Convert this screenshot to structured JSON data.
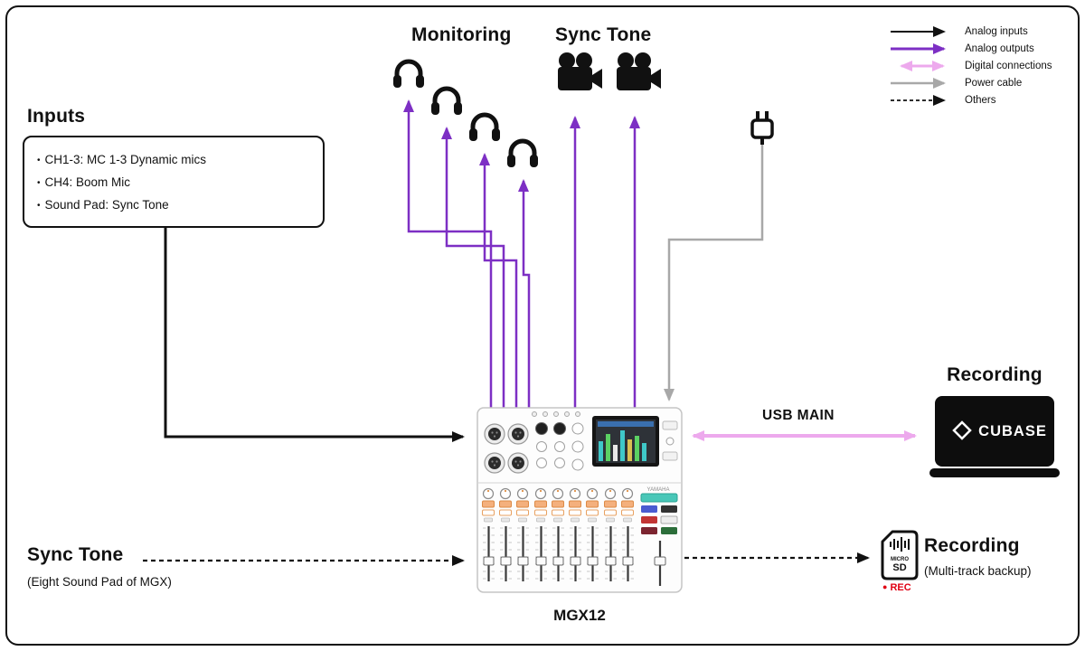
{
  "headings": {
    "monitoring": "Monitoring",
    "sync_tone_top": "Sync Tone",
    "inputs": "Inputs",
    "recording_usb": "Recording",
    "recording_sd": "Recording",
    "sync_tone_bottom": "Sync Tone"
  },
  "inputs_box": {
    "bullet": "•",
    "items": [
      "CH1-3: MC 1-3 Dynamic mics",
      "CH4: Boom Mic",
      "Sound Pad: Sync Tone"
    ]
  },
  "legend": {
    "items": [
      {
        "label": "Analog inputs"
      },
      {
        "label": "Analog outputs"
      },
      {
        "label": "Digital connections"
      },
      {
        "label": "Power cable"
      },
      {
        "label": "Others"
      }
    ]
  },
  "labels": {
    "usb_main": "USB MAIN",
    "mixer_model": "MGX12",
    "cubase": "CUBASE",
    "yamaha": "YAMAHA",
    "sync_tone_sub": "(Eight Sound Pad of MGX)",
    "recording_sd_sub": "(Multi-track backup)",
    "rec": "REC",
    "micro": "MICRO",
    "sd": "SD"
  },
  "colors": {
    "analog_inputs": "#111111",
    "analog_outputs": "#7d2fc4",
    "digital_connections": "#eda9ed",
    "power_cable": "#a8a8a8",
    "others": "#111111",
    "rec_red": "#e00013"
  }
}
